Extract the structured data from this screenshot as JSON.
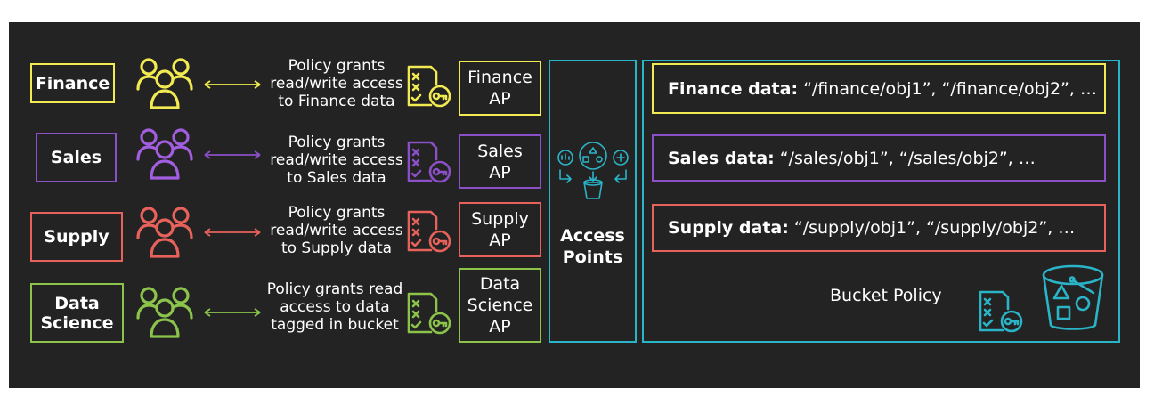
{
  "colors": {
    "finance": "#f1ea50",
    "sales": "#8b4fc7",
    "supply": "#e8625c",
    "data_science": "#8cc34a",
    "access_points": "#2ab4c8",
    "background": "#232323"
  },
  "teams": [
    {
      "label": "Finance",
      "policy": [
        "Policy grants",
        "read/write access",
        "to Finance data"
      ],
      "ap": [
        "Finance",
        "AP"
      ]
    },
    {
      "label": "Sales",
      "policy": [
        "Policy grants",
        "read/write access",
        "to Sales data"
      ],
      "ap": [
        "Sales",
        "AP"
      ]
    },
    {
      "label": "Supply",
      "policy": [
        "Policy grants",
        "read/write access",
        "to Supply data"
      ],
      "ap": [
        "Supply",
        "AP"
      ]
    },
    {
      "label": [
        "Data",
        "Science"
      ],
      "policy": [
        "Policy grants read",
        "access to data",
        "tagged in bucket"
      ],
      "ap": [
        "Data",
        "Science",
        "AP"
      ]
    }
  ],
  "access_points": {
    "label": [
      "Access",
      "Points"
    ],
    "icon": "access-points-icon"
  },
  "bucket": {
    "rows": [
      {
        "prefix": "Finance data:",
        "value": "“/finance/obj1”, “/finance/obj2”, …"
      },
      {
        "prefix": "Sales data:",
        "value": "“/sales/obj1”, “/sales/obj2”, …"
      },
      {
        "prefix": "Supply data:",
        "value": "“/supply/obj1”, “/supply/obj2”, …"
      }
    ],
    "policy_label": "Bucket Policy",
    "icons": [
      "policy-document-icon",
      "s3-bucket-icon"
    ]
  }
}
